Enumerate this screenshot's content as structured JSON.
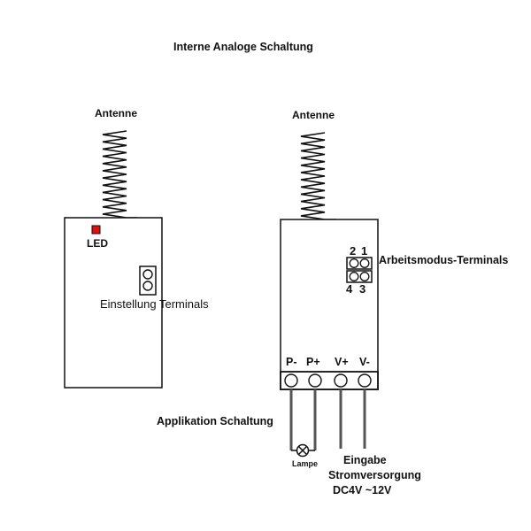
{
  "title": "Interne Analoge Schaltung",
  "left_module": {
    "antenna_label": "Antenne",
    "led_label": "LED",
    "led_color": "#e01010",
    "setting_terminals_label": "Einstellung Terminals"
  },
  "right_module": {
    "antenna_label": "Antenne",
    "mode_terminals_label": "Arbeitsmodus-Terminals",
    "mode_pin_labels": [
      "2",
      "1",
      "4",
      "3"
    ],
    "output_terminals": [
      "P-",
      "P+",
      "V+",
      "V-"
    ]
  },
  "application": {
    "label": "Applikation Schaltung",
    "lamp_label": "Lampe",
    "power_lines": [
      "Eingabe",
      "Stromversorgung",
      "DC4V ~12V"
    ]
  },
  "colors": {
    "outline": "#111111",
    "wire": "#555555",
    "led": "#e01010"
  }
}
